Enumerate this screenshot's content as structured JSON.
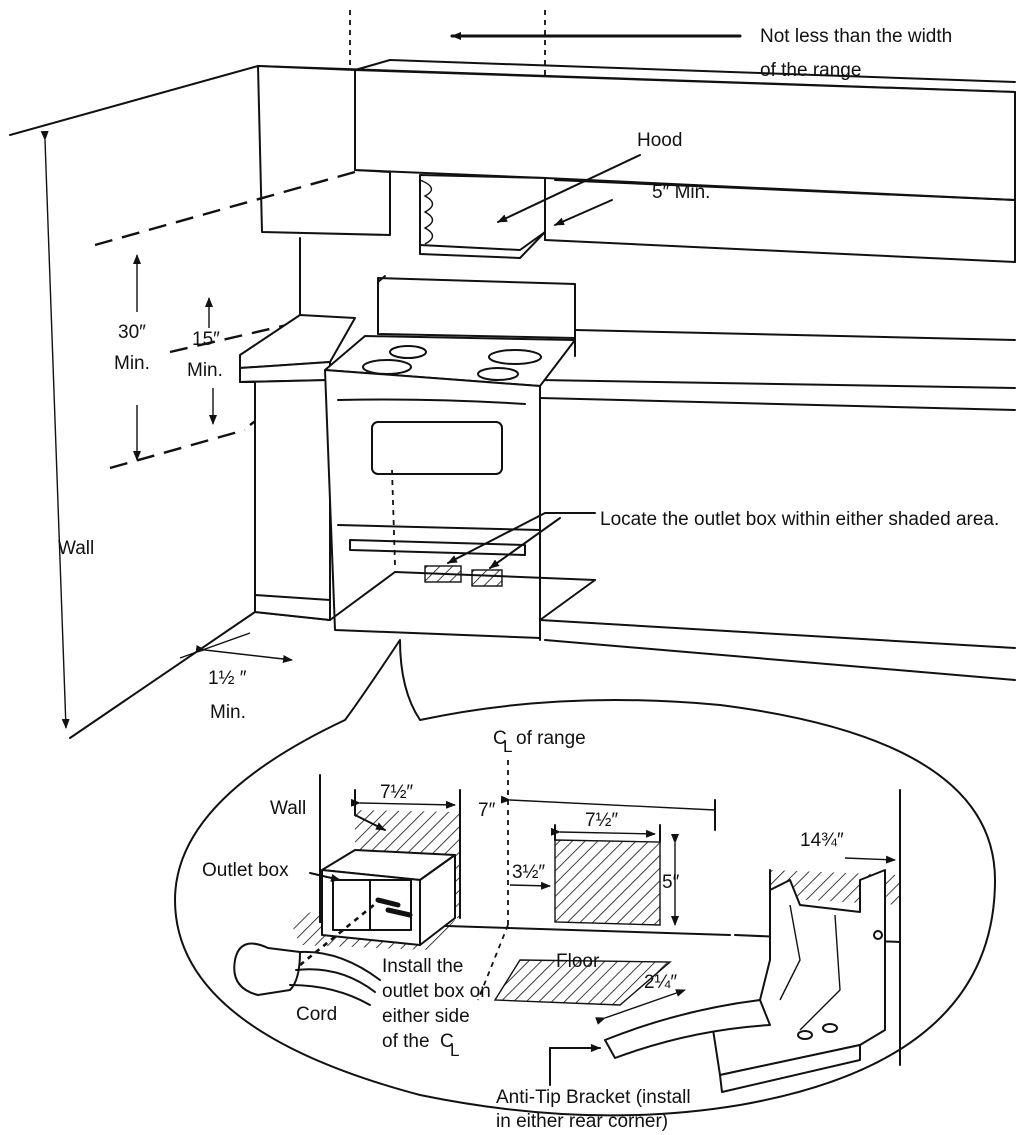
{
  "labels": {
    "top_width_note_line1": "Not less than the width",
    "top_width_note_line2": "of the range",
    "hood": "Hood",
    "hood_min": "5″ Min.",
    "dim_30": "30″",
    "dim_30_min": "Min.",
    "dim_15": "15″",
    "dim_15_min": "Min.",
    "wall_left": "Wall",
    "dim_1_5": "1½ ″",
    "dim_1_5_min": "Min.",
    "outlet_note": "Locate the outlet box within either shaded area.",
    "centerline_letter": "C",
    "centerline_sub": "L",
    "of_range": "of range",
    "wall_detail": "Wall",
    "outlet_box": "Outlet box",
    "dim_7_5_left": "7½″",
    "dim_7": "7″",
    "dim_7_5_right": "7½″",
    "dim_3_5": "3½″",
    "dim_5": "5″",
    "floor": "Floor",
    "dim_2_25": "2¼″",
    "dim_14_75": "14¾″",
    "cord": "Cord",
    "install_line1": "Install the",
    "install_line2": "outlet box on",
    "install_line3": "either side",
    "install_line4": "of the",
    "anti_tip_line1": "Anti-Tip Bracket (install",
    "anti_tip_line2": "in either rear corner)"
  }
}
